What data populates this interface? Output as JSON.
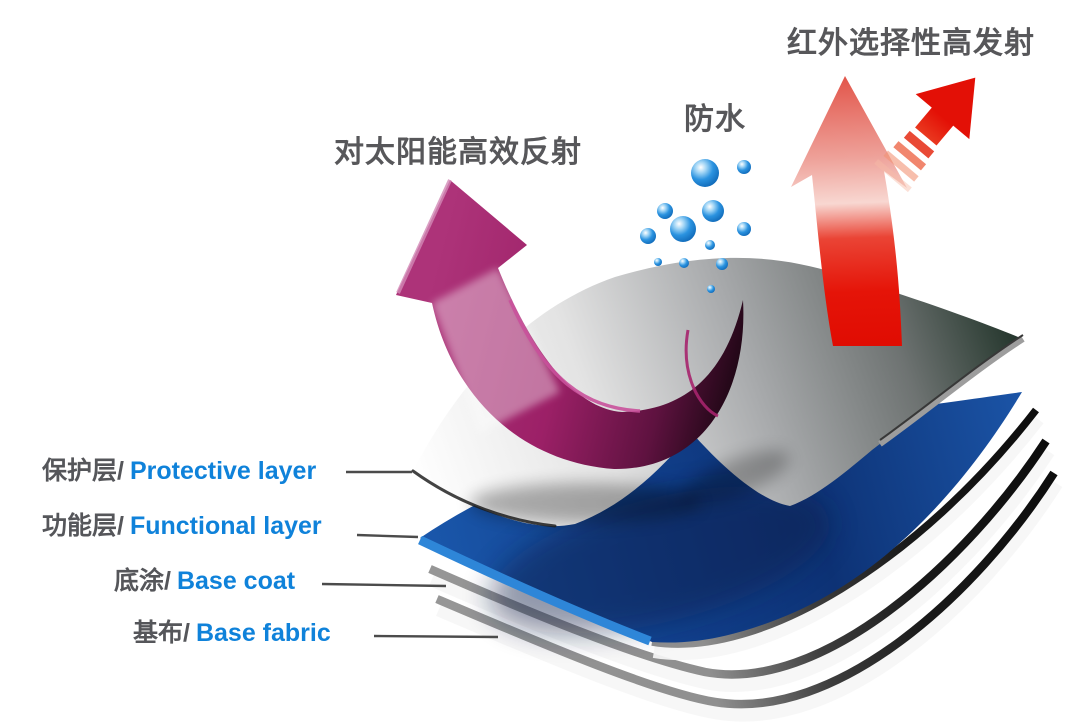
{
  "title_annotations": {
    "solar_reflect": "对太阳能高效反射",
    "waterproof": "防水",
    "infrared_emit": "红外选择性高发射"
  },
  "layer_labels": [
    {
      "zh": "保护层/",
      "en": "Protective layer"
    },
    {
      "zh": "功能层/",
      "en": "Functional layer"
    },
    {
      "zh": "底涂/",
      "en": "Base coat"
    },
    {
      "zh": "基布/",
      "en": "Base fabric"
    }
  ],
  "colors": {
    "label_en_blue": "#0f82da",
    "label_zh_gray": "#55565a",
    "annotation_gray": "#57575a",
    "solar_arrow_purple": "#9c2067",
    "ir_arrow_red": "#e31006",
    "water_drop_blue": "#1b87d9",
    "functional_layer_blue": "#11408c",
    "protective_layer_gray": "#9a9c9e"
  }
}
